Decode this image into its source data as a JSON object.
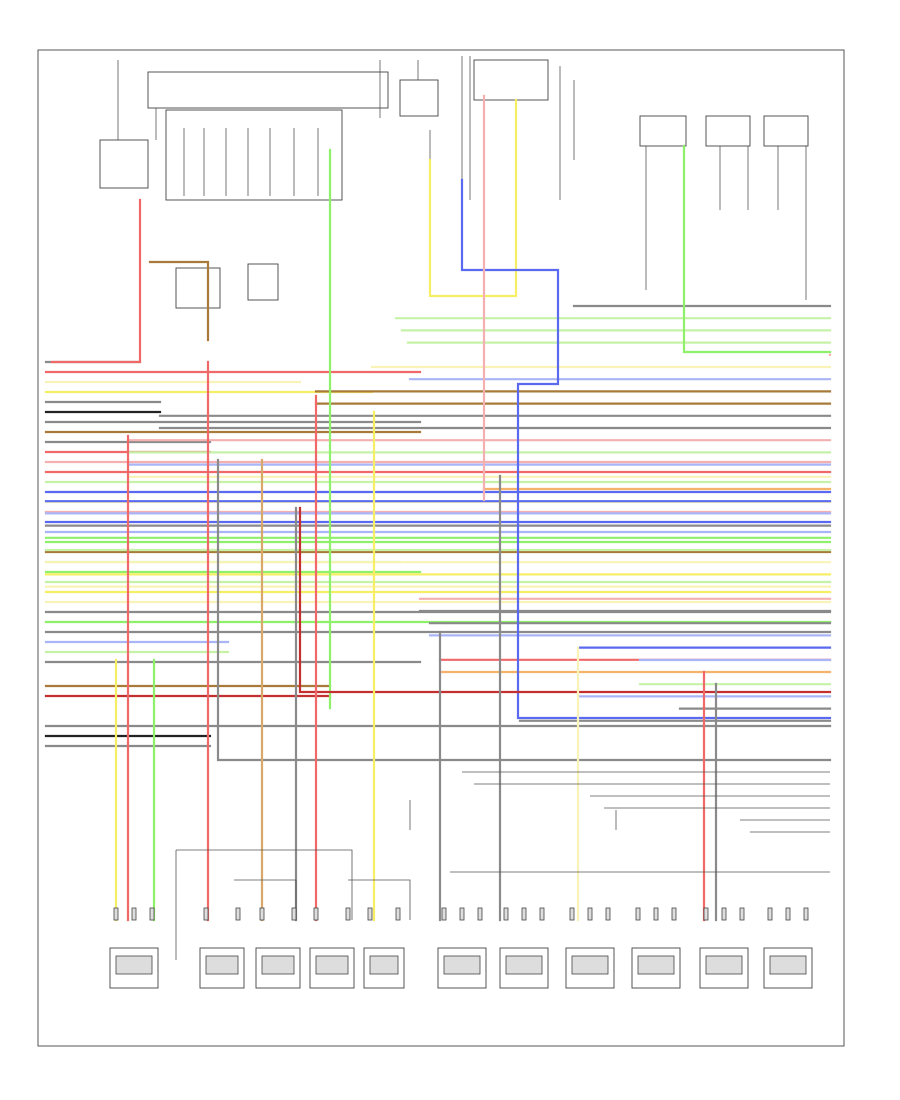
{
  "diagram": {
    "palette": {
      "red": "#f06868",
      "pink": "#f4b0b0",
      "yellow": "#f6ef66",
      "lightyellow": "#faf3b8",
      "green": "#8ff06a",
      "lightgreen": "#c6f2a8",
      "blue": "#5a6af0",
      "lightblue": "#a9b5f7",
      "gray": "#8a8a8a",
      "black": "#222222",
      "white": "#e6e6e6",
      "brown": "#a77a3a",
      "orange": "#f5b26a",
      "violet": "#a07ad8",
      "darkred": "#c23030"
    },
    "left_wires": [
      {
        "color": "gray"
      },
      {
        "color": "red"
      },
      {
        "color": "lightyellow"
      },
      {
        "color": "yellow"
      },
      {
        "color": "gray"
      },
      {
        "color": "black"
      },
      {
        "color": "gray"
      },
      {
        "color": "brown"
      },
      {
        "color": "gray"
      },
      {
        "color": "red"
      },
      {
        "color": "pink"
      },
      {
        "color": "red"
      },
      {
        "color": "lightgreen"
      },
      {
        "color": "blue"
      },
      {
        "color": "lightyellow"
      },
      {
        "color": "pink"
      },
      {
        "color": "blue"
      },
      {
        "color": "lightblue"
      },
      {
        "color": "green"
      },
      {
        "color": "brown"
      },
      {
        "color": "lightgreen"
      },
      {
        "color": "green"
      },
      {
        "color": "lightgreen"
      },
      {
        "color": "yellow"
      },
      {
        "color": "lightyellow"
      },
      {
        "color": "gray"
      },
      {
        "color": "green"
      },
      {
        "color": "gray"
      },
      {
        "color": "lightblue"
      },
      {
        "color": "lightgreen"
      },
      {
        "color": "gray"
      },
      {
        "color": "brown"
      },
      {
        "color": "darkred"
      },
      {
        "color": "gray"
      },
      {
        "color": "black"
      },
      {
        "color": "gray"
      }
    ],
    "right_wires": [
      {
        "color": "gray"
      },
      {
        "color": "lightgreen"
      },
      {
        "color": "lightgreen"
      },
      {
        "color": "lightgreen"
      },
      {
        "color": "pink"
      },
      {
        "color": "lightyellow"
      },
      {
        "color": "lightblue"
      },
      {
        "color": "brown"
      },
      {
        "color": "brown"
      },
      {
        "color": "gray"
      },
      {
        "color": "gray"
      },
      {
        "color": "pink"
      },
      {
        "color": "lightgreen"
      },
      {
        "color": "lightblue"
      },
      {
        "color": "lightyellow"
      },
      {
        "color": "orange"
      },
      {
        "color": "blue"
      },
      {
        "color": "lightblue"
      },
      {
        "color": "gray"
      },
      {
        "color": "green"
      },
      {
        "color": "lightgreen"
      },
      {
        "color": "lightyellow"
      },
      {
        "color": "yellow"
      },
      {
        "color": "lightyellow"
      },
      {
        "color": "pink"
      },
      {
        "color": "gray"
      },
      {
        "color": "gray"
      },
      {
        "color": "lightblue"
      },
      {
        "color": "blue"
      },
      {
        "color": "red"
      },
      {
        "color": "orange"
      },
      {
        "color": "lightgreen"
      },
      {
        "color": "lightblue"
      },
      {
        "color": "gray"
      },
      {
        "color": "gray"
      }
    ],
    "bottom_components": [
      {
        "pins": 3
      },
      {
        "pins": 2
      },
      {
        "pins": 2
      },
      {
        "pins": 2
      },
      {
        "pins": 2
      },
      {
        "pins": 3
      },
      {
        "pins": 3
      },
      {
        "pins": 3
      },
      {
        "pins": 3
      },
      {
        "pins": 3
      },
      {
        "pins": 3
      }
    ]
  }
}
